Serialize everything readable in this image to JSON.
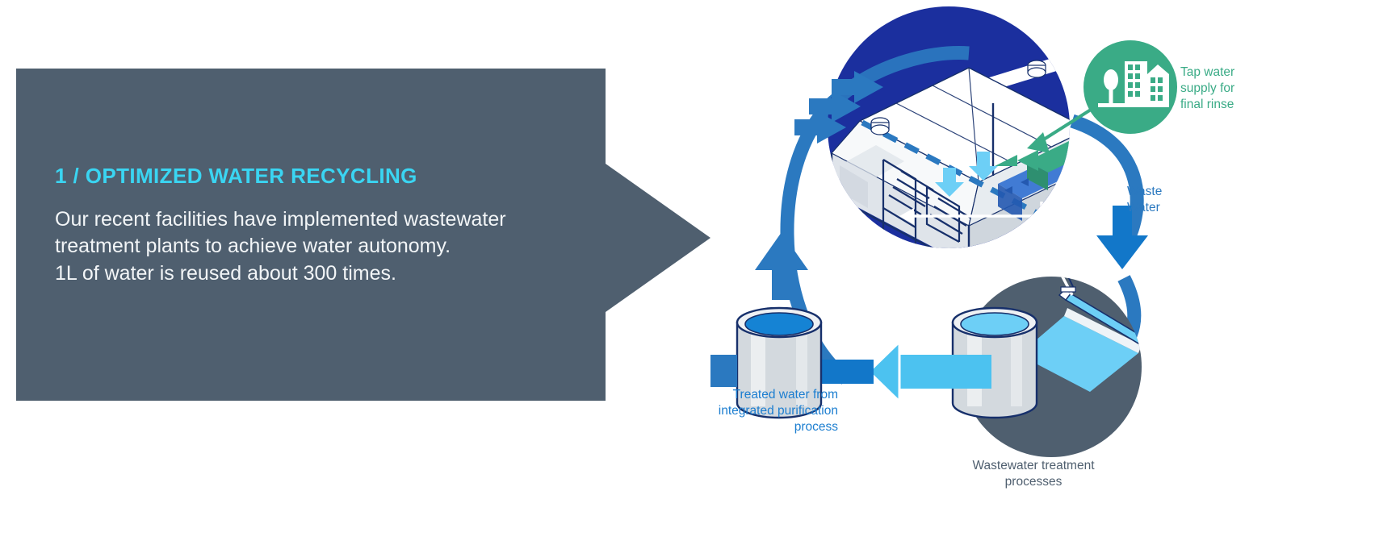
{
  "panel": {
    "title": "1 / OPTIMIZED WATER RECYCLING",
    "body_line1": "Our recent facilities have implemented wastewater",
    "body_line2": "treatment plants to achieve water autonomy.",
    "body_line3": "1L of water is reused about 300 times.",
    "bg_color": "#4f5f6f",
    "title_color": "#3ad5f2",
    "body_color": "#f2f5f7"
  },
  "diagram": {
    "labels": {
      "tap_water": {
        "line1": "Tap water",
        "line2": "supply for",
        "line3": "final rinse",
        "color": "#3aab86"
      },
      "waste_water": {
        "line1": "Waste",
        "line2": "Water",
        "color": "#2b79c0"
      },
      "treated_water": {
        "line1": "Treated water from",
        "line2": "integrated purification",
        "line3": "process",
        "color": "#1c7ed0"
      },
      "wastewater_treatment": {
        "line1": "Wastewater treatment",
        "line2": "processes",
        "color": "#4f5f6f"
      }
    },
    "icons": {
      "factory_circle": "factory-isometric-icon",
      "city_circle": "city-buildings-icon",
      "tank_left": "water-tank-icon",
      "tank_right": "water-tank-icon",
      "filter": "filter-channel-icon"
    },
    "colors": {
      "navy_circle": "#1b2f9e",
      "green_circle": "#3aab86",
      "slate_circle": "#4f5f6f",
      "arrow_blue": "#2b79c0",
      "arrow_dark_blue": "#1277c9",
      "arrow_light_blue": "#4cc2f0",
      "water_dark": "#1583d4",
      "water_light": "#6dcff6",
      "tank_body": "#d3d9de"
    }
  }
}
